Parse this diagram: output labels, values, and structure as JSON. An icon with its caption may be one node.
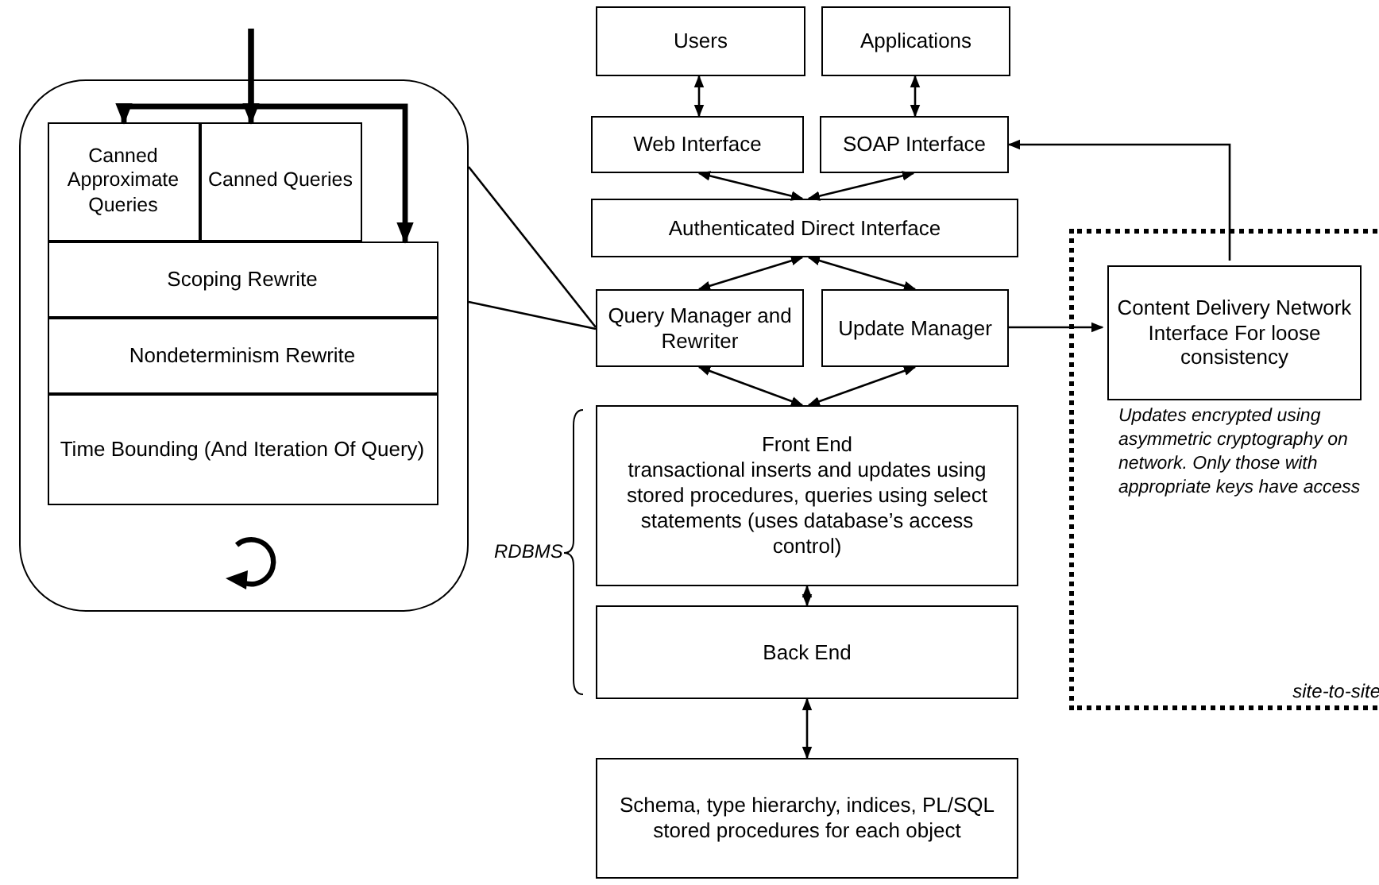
{
  "diagram": {
    "nodes": [
      {
        "text": [],
        "shape": "callout"
      },
      {
        "text": [
          "Canned Approximate Queries"
        ],
        "in": 0
      },
      {
        "text": [
          "Canned Queries"
        ],
        "in": 0
      },
      {
        "text": [
          "Scoping Rewrite"
        ],
        "in": 0
      },
      {
        "text": [
          "Nondeterminism Rewrite"
        ],
        "in": 0
      },
      {
        "text": [
          "Time Bounding (And Iteration Of Query)"
        ],
        "in": 0
      },
      {
        "text": [
          "Users"
        ]
      },
      {
        "text": [
          "Applications"
        ]
      },
      {
        "text": [
          "Web Interface"
        ]
      },
      {
        "text": [
          "SOAP Interface"
        ]
      },
      {
        "text": [
          "Authenticated Direct Interface"
        ]
      },
      {
        "text": [
          "Query Manager and Rewriter"
        ]
      },
      {
        "text": [
          "Update Manager"
        ]
      },
      {
        "text": [
          "Updates encrypted using asymmetric cryptography on network.  Only those with appropriate keys have access",
          "site-to-site"
        ]
      },
      {
        "text": [
          "Content Delivery Network Interface For loose consistency"
        ],
        "in": 13
      },
      {
        "text": [
          "Front End",
          "transactional inserts and updates using stored procedures, queries using select statements (uses database’s access control)"
        ]
      },
      {
        "text": [
          "Back End"
        ]
      },
      {
        "text": [
          "Schema, type hierarchy, indices, PL/SQL stored procedures for each object"
        ]
      }
    ],
    "edges": [
      {
        "from": null,
        "to": 1,
        "arrow": "to",
        "style": "thick"
      },
      {
        "from": null,
        "to": 2,
        "arrow": "to",
        "style": "thick"
      },
      {
        "from": null,
        "to": 3,
        "arrow": "to",
        "style": "thick"
      },
      {
        "from": 0,
        "to": 11,
        "arrow": "none"
      },
      {
        "from": 0,
        "to": 11,
        "arrow": "none"
      },
      {
        "from": 6,
        "to": 8,
        "arrow": "both"
      },
      {
        "from": 7,
        "to": 9,
        "arrow": "both"
      },
      {
        "from": 8,
        "to": 10,
        "arrow": "both"
      },
      {
        "from": 9,
        "to": 10,
        "arrow": "both"
      },
      {
        "from": 10,
        "to": 11,
        "arrow": "both"
      },
      {
        "from": 10,
        "to": 12,
        "arrow": "both"
      },
      {
        "from": 11,
        "to": 15,
        "arrow": "both"
      },
      {
        "from": 12,
        "to": 15,
        "arrow": "both"
      },
      {
        "from": 15,
        "to": 16,
        "arrow": "both"
      },
      {
        "from": 16,
        "to": 17,
        "arrow": "both"
      },
      {
        "from": 12,
        "to": 14,
        "arrow": "to"
      },
      {
        "from": 14,
        "to": 9,
        "arrow": "to"
      }
    ],
    "labels": [
      "RDBMS"
    ]
  }
}
